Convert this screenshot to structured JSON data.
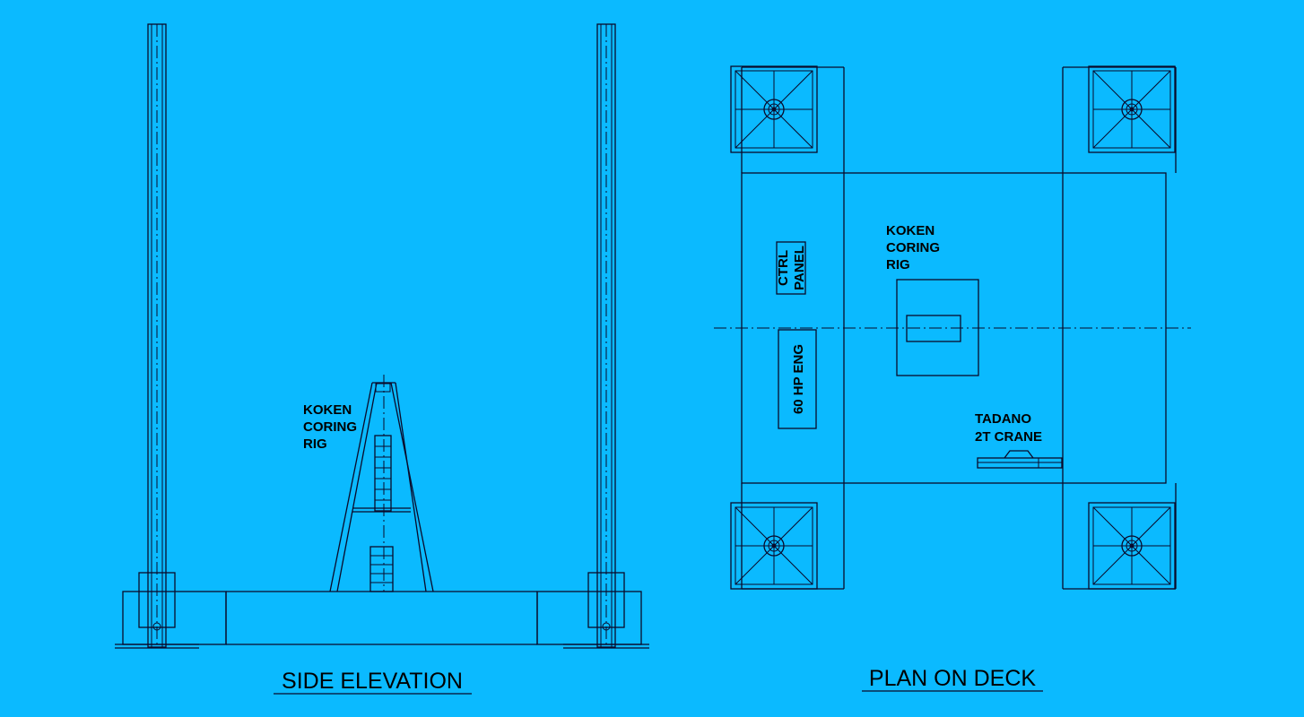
{
  "side_elevation": {
    "title": "SIDE ELEVATION",
    "rig_label": [
      "KOKEN",
      "CORING",
      "RIG"
    ]
  },
  "plan_on_deck": {
    "title": "PLAN ON DECK",
    "rig_label": [
      "KOKEN",
      "CORING",
      "RIG"
    ],
    "ctrl_panel_label": [
      "CTRL",
      "PANEL"
    ],
    "engine_label": "60 HP ENG",
    "crane_label": [
      "TADANO",
      "2T CRANE"
    ]
  },
  "colors": {
    "background": "#0bbaff",
    "line": "#0a0a2a"
  }
}
